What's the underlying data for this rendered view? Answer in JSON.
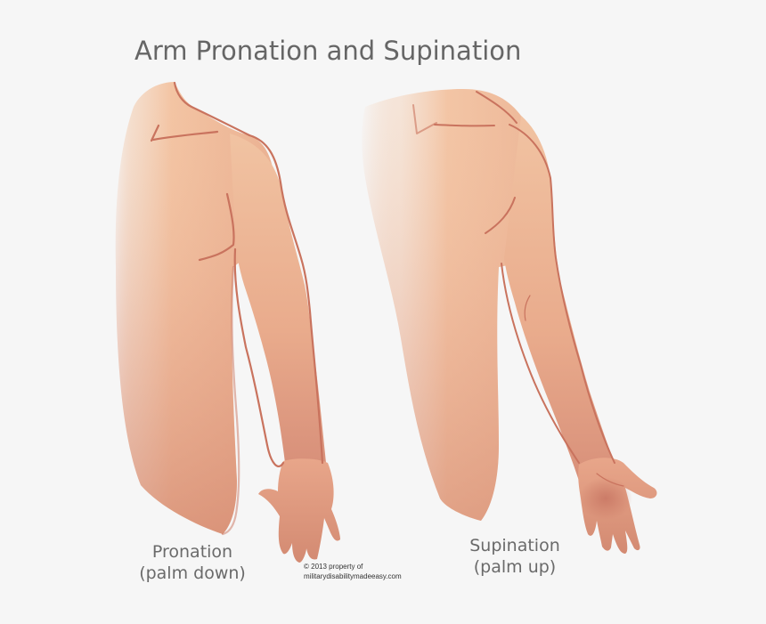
{
  "title": "Arm Pronation and Supination",
  "figures": [
    {
      "id": "pronation",
      "label_line1": "Pronation",
      "label_line2": "(palm down)"
    },
    {
      "id": "supination",
      "label_line1": "Supination",
      "label_line2": "(palm up)"
    }
  ],
  "copyright": {
    "line1": "© 2013 property of",
    "line2": "militarydisabilitymadeeasy.com"
  },
  "colors": {
    "background": "#f6f6f6",
    "skin_light": "#f3c7a6",
    "skin_mid": "#e8a988",
    "skin_shadow": "#cf8470",
    "outline": "#c9735e",
    "text": "#666666"
  }
}
